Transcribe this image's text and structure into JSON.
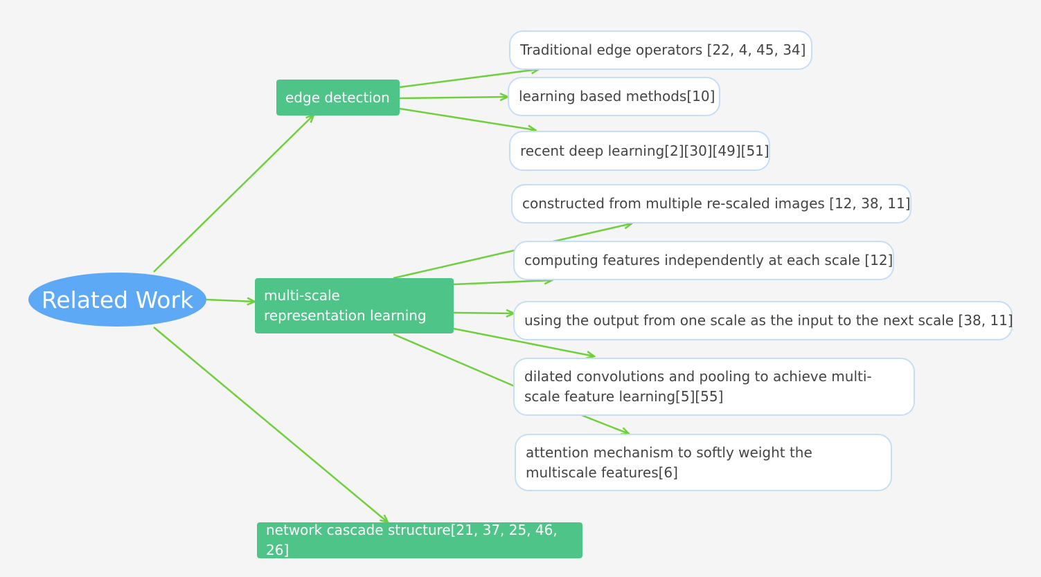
{
  "root": {
    "label": "Related Work"
  },
  "branches": [
    {
      "label": "edge detection"
    },
    {
      "label": "multi-scale representation learning"
    },
    {
      "label": "network cascade structure[21, 37, 25, 46, 26]"
    }
  ],
  "leaves": [
    {
      "label": "Traditional edge operators [22, 4, 45, 34]"
    },
    {
      "label": "learning based methods[10]"
    },
    {
      "label": "recent deep learning[2][30][49][51]"
    },
    {
      "label": "constructed from multiple re-scaled images [12, 38, 11]"
    },
    {
      "label": "computing features independently at each scale [12]"
    },
    {
      "label": "using the output from one scale as the input to the next scale [38, 11]"
    },
    {
      "label": "dilated convolutions and pooling to achieve multi-scale feature learning[5][55]"
    },
    {
      "label": "attention mechanism to softly weight the multiscale features[6]"
    }
  ],
  "colors": {
    "root_fill": "#5ea9f5",
    "branch_fill": "#4fc489",
    "leaf_border": "#c6ddf8",
    "connector": "#6fcf3c",
    "background": "#f5f5f5"
  }
}
